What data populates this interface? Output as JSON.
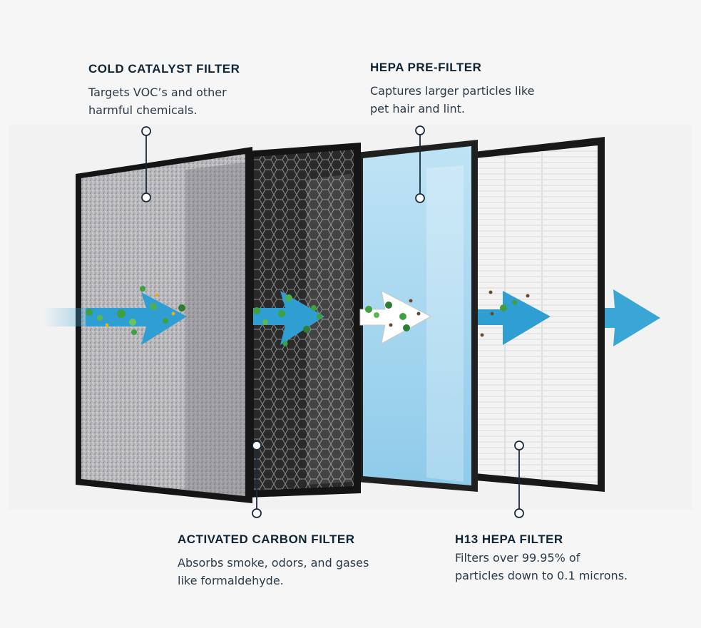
{
  "filters": {
    "cold_catalyst": {
      "title": "COLD CATALYST FILTER",
      "description": "Targets VOC’s and other\nharmful chemicals."
    },
    "hepa_pre": {
      "title": "HEPA PRE-FILTER",
      "description": "Captures larger particles like\npet hair and lint."
    },
    "activated_carbon": {
      "title": "ACTIVATED CARBON FILTER",
      "description": "Absorbs smoke, odors, and gases\nlike formaldehyde."
    },
    "h13_hepa": {
      "title": "H13 HEPA FILTER",
      "description": "Filters over 99.95% of\nparticles down to 0.1 microns."
    }
  },
  "colors": {
    "frame": "#1a1a1a",
    "airflow": "#3aa6d6",
    "particle": "#3ea040",
    "label_text": "#0f2535"
  }
}
